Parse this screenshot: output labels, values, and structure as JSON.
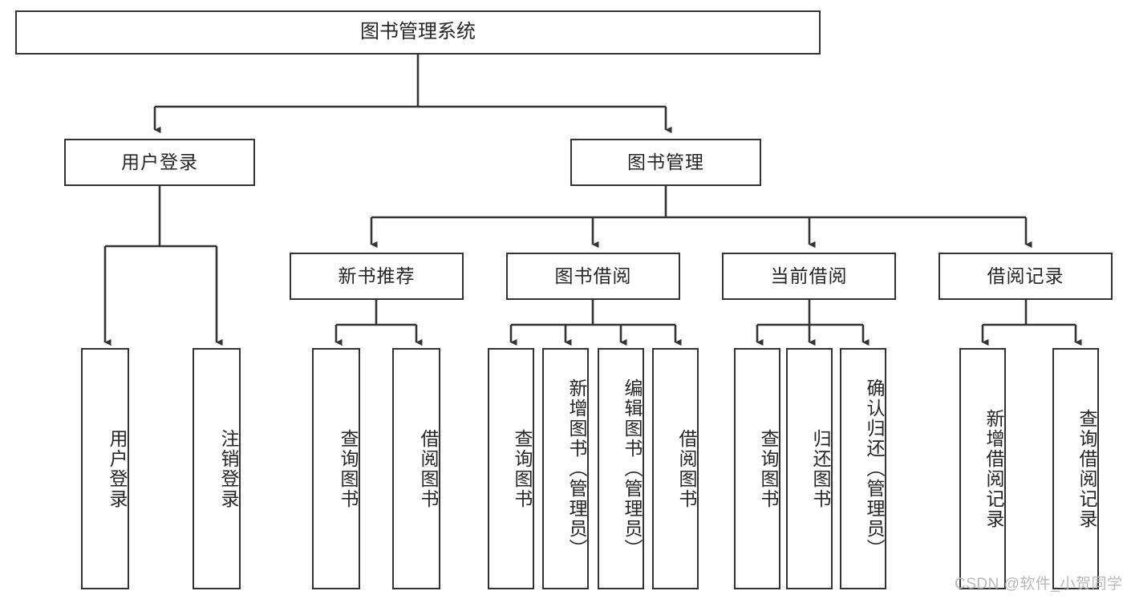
{
  "diagram": {
    "type": "tree",
    "title": "图书管理系统",
    "root": {
      "id": "root",
      "label": "图书管理系统"
    },
    "level1": [
      {
        "id": "user-login",
        "label": "用户登录"
      },
      {
        "id": "book-manage",
        "label": "图书管理"
      }
    ],
    "level2": [
      {
        "id": "new-book-rec",
        "label": "新书推荐",
        "parent": "book-manage"
      },
      {
        "id": "book-borrow",
        "label": "图书借阅",
        "parent": "book-manage"
      },
      {
        "id": "current-borrow",
        "label": "当前借阅",
        "parent": "book-manage"
      },
      {
        "id": "borrow-record",
        "label": "借阅记录",
        "parent": "book-manage"
      }
    ],
    "leaves": {
      "user-login": [
        {
          "id": "leaf-user-login",
          "label": "用户登录"
        },
        {
          "id": "leaf-logout",
          "label": "注销登录"
        }
      ],
      "new-book-rec": [
        {
          "id": "leaf-query-book-1",
          "label": "查询图书"
        },
        {
          "id": "leaf-borrow-book-1",
          "label": "借阅图书"
        }
      ],
      "book-borrow": [
        {
          "id": "leaf-query-book-2",
          "label": "查询图书"
        },
        {
          "id": "leaf-add-book",
          "label": "新增图书（管理员）"
        },
        {
          "id": "leaf-edit-book",
          "label": "编辑图书（管理员）"
        },
        {
          "id": "leaf-borrow-book-2",
          "label": "借阅图书"
        }
      ],
      "current-borrow": [
        {
          "id": "leaf-query-book-3",
          "label": "查询图书"
        },
        {
          "id": "leaf-return-book",
          "label": "归还图书"
        },
        {
          "id": "leaf-confirm-return",
          "label": "确认归还（管理员）"
        }
      ],
      "borrow-record": [
        {
          "id": "leaf-add-record",
          "label": "新增借阅记录"
        },
        {
          "id": "leaf-query-record",
          "label": "查询借阅记录"
        }
      ]
    },
    "watermark": "CSDN @软件_小贺同学",
    "colors": {
      "stroke": "#333333",
      "fill": "#ffffff",
      "text": "#262626",
      "watermark": "#b9b9b9"
    }
  }
}
